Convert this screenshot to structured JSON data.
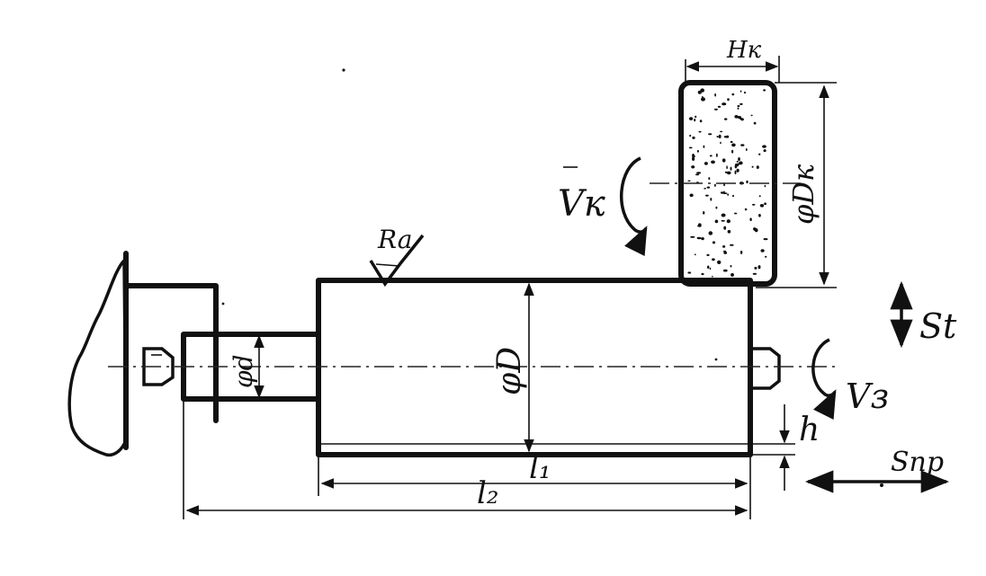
{
  "labels": {
    "wheel_width": "Hк",
    "wheel_diameter": "φDк",
    "wheel_speed": "Vк",
    "roughness": "Ra",
    "part_diameter": "φD",
    "neck_diameter": "φd",
    "radial_feed": "St",
    "part_speed": "Vз",
    "allowance": "h",
    "longitudinal_feed": "Sпр",
    "length_l1": "l₁",
    "length_l2": "l₂"
  }
}
